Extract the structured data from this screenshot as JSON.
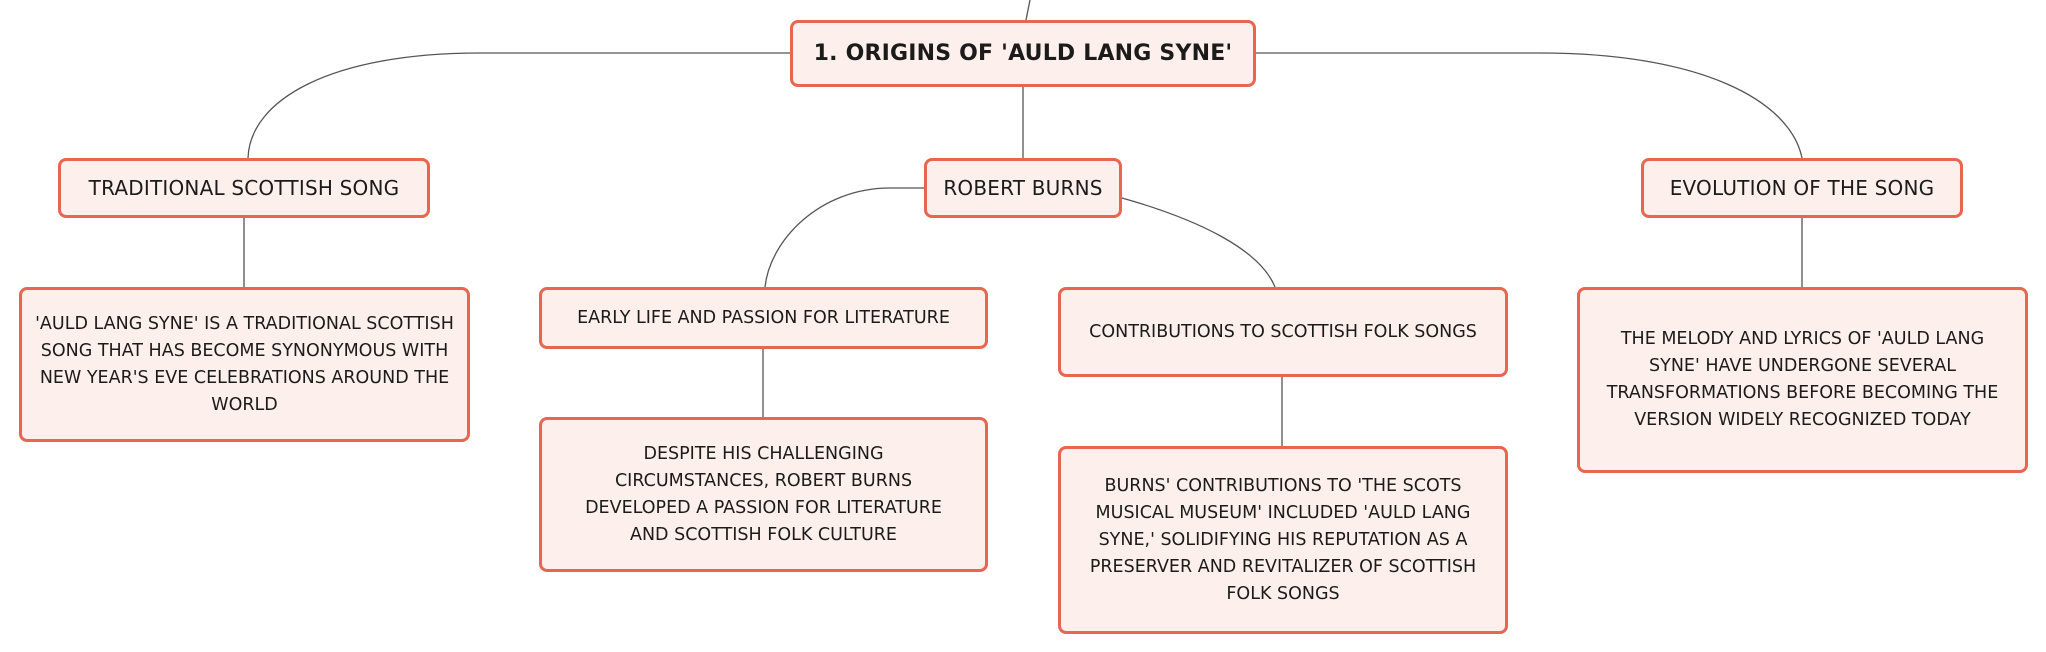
{
  "diagram": {
    "root": {
      "label": "1. ORIGINS OF 'AULD LANG SYNE'"
    },
    "traditional": {
      "label": "TRADITIONAL SCOTTISH SONG",
      "detail": "'AULD LANG SYNE' IS A TRADITIONAL SCOTTISH SONG THAT HAS BECOME SYNONYMOUS WITH NEW YEAR'S EVE CELEBRATIONS AROUND THE WORLD"
    },
    "burns": {
      "label": "ROBERT BURNS",
      "early_life": {
        "label": "EARLY LIFE AND PASSION FOR LITERATURE",
        "detail": "DESPITE HIS CHALLENGING CIRCUMSTANCES, ROBERT BURNS DEVELOPED A PASSION FOR LITERATURE AND SCOTTISH FOLK CULTURE"
      },
      "contributions": {
        "label": "CONTRIBUTIONS TO SCOTTISH FOLK SONGS",
        "detail": "BURNS' CONTRIBUTIONS TO 'THE SCOTS MUSICAL MUSEUM' INCLUDED 'AULD LANG SYNE,' SOLIDIFYING HIS REPUTATION AS A PRESERVER AND REVITALIZER OF SCOTTISH FOLK SONGS"
      }
    },
    "evolution": {
      "label": "EVOLUTION OF THE SONG",
      "detail": "THE MELODY AND LYRICS OF 'AULD LANG SYNE' HAVE UNDERGONE SEVERAL TRANSFORMATIONS BEFORE BECOMING THE VERSION WIDELY RECOGNIZED TODAY"
    }
  },
  "colors": {
    "node_border": "#e8664f",
    "node_fill": "#fdf0ec",
    "connector": "#555555",
    "text": "#1b1b1b"
  }
}
